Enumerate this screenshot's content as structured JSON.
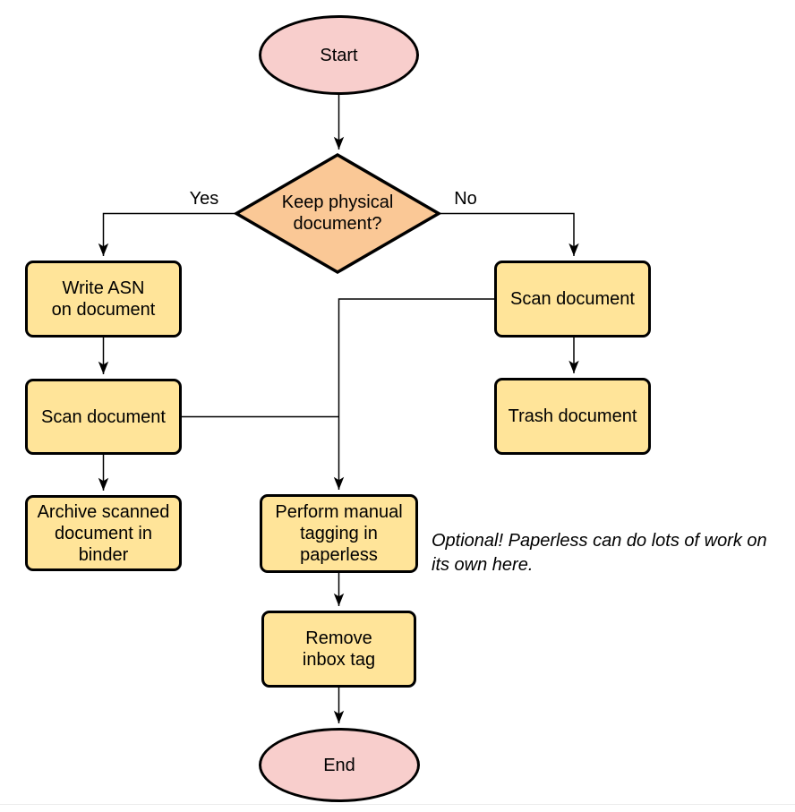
{
  "colors": {
    "process_fill": "#FFE499",
    "terminal_fill": "#F8CECC",
    "decision_fill": "#FAC896",
    "stroke": "#000000"
  },
  "nodes": {
    "start": {
      "label": "Start"
    },
    "decision": {
      "label": "Keep physical\ndocument?"
    },
    "write_asn": {
      "label": "Write ASN\non document"
    },
    "scan_left": {
      "label": "Scan document"
    },
    "archive": {
      "label": "Archive scanned\ndocument in\nbinder"
    },
    "scan_right": {
      "label": "Scan document"
    },
    "trash": {
      "label": "Trash document"
    },
    "tagging": {
      "label": "Perform manual\ntagging in\npaperless"
    },
    "remove_inbox": {
      "label": "Remove\ninbox tag"
    },
    "end": {
      "label": "End"
    }
  },
  "edge_labels": {
    "yes": "Yes",
    "no": "No"
  },
  "annotation": {
    "text": "Optional! Paperless can do lots of work on\nits own here."
  }
}
